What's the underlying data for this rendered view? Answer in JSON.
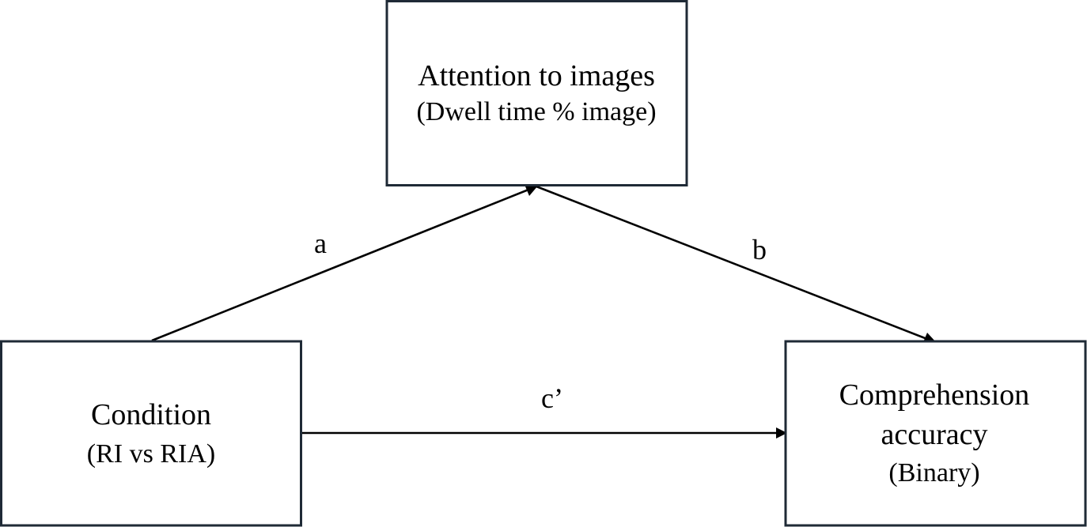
{
  "nodes": {
    "mediator": {
      "title": "Attention to images",
      "subtitle": "(Dwell time % image)"
    },
    "predictor": {
      "title": "Condition",
      "subtitle": "(RI vs RIA)"
    },
    "outcome": {
      "title_line1": "Comprehension",
      "title_line2": "accuracy",
      "subtitle": "(Binary)"
    }
  },
  "paths": {
    "a": "a",
    "b": "b",
    "c_prime": "c’"
  },
  "colors": {
    "box_border": "#1f2a36",
    "line": "#000000",
    "text": "#000000",
    "background": "#ffffff"
  }
}
